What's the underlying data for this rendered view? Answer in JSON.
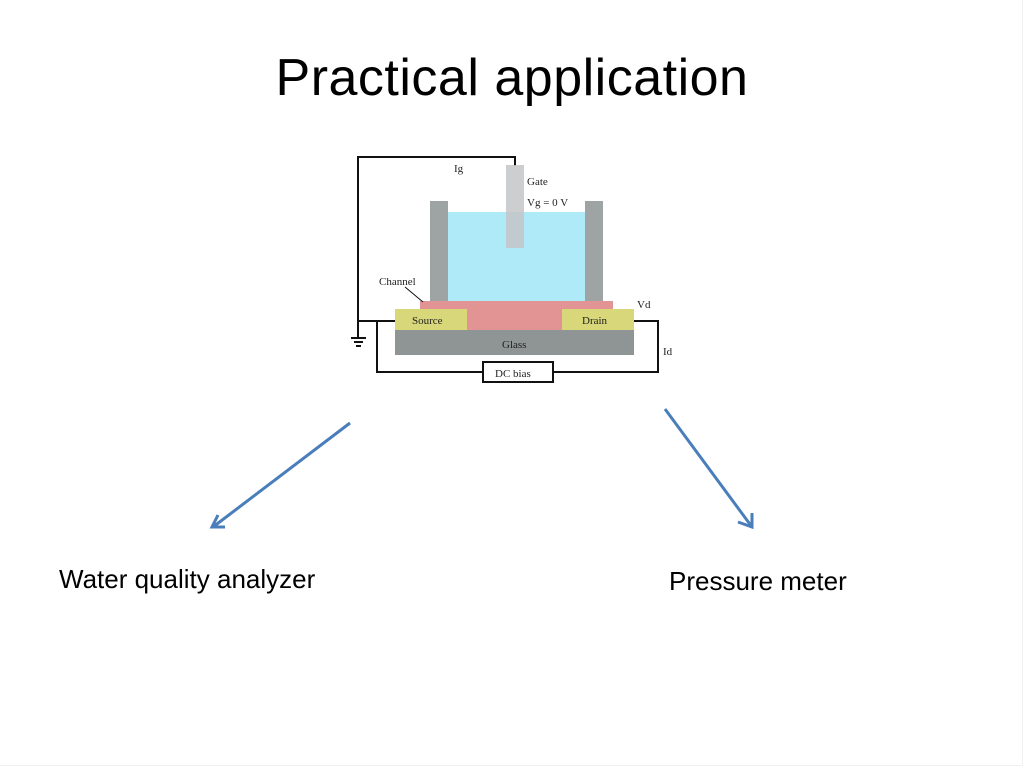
{
  "slide": {
    "title": "Practical application",
    "applications": [
      {
        "label": "Water quality analyzer"
      },
      {
        "label": "Pressure meter"
      }
    ],
    "arrow_color": "#4a7ebb"
  },
  "diagram": {
    "labels": {
      "ig": "Ig",
      "gate": "Gate",
      "vg": "Vg = 0 V",
      "channel": "Channel",
      "vd": "Vd",
      "source": "Source",
      "drain": "Drain",
      "glass": "Glass",
      "id": "Id",
      "dc_bias": "DC bias"
    },
    "colors": {
      "water": "#aeeaf7",
      "wall": "#9ea3a4",
      "gate": "#c4c6c8",
      "channel": "#e29393",
      "electrode": "#d8d87a",
      "glass": "#8f9494"
    }
  }
}
